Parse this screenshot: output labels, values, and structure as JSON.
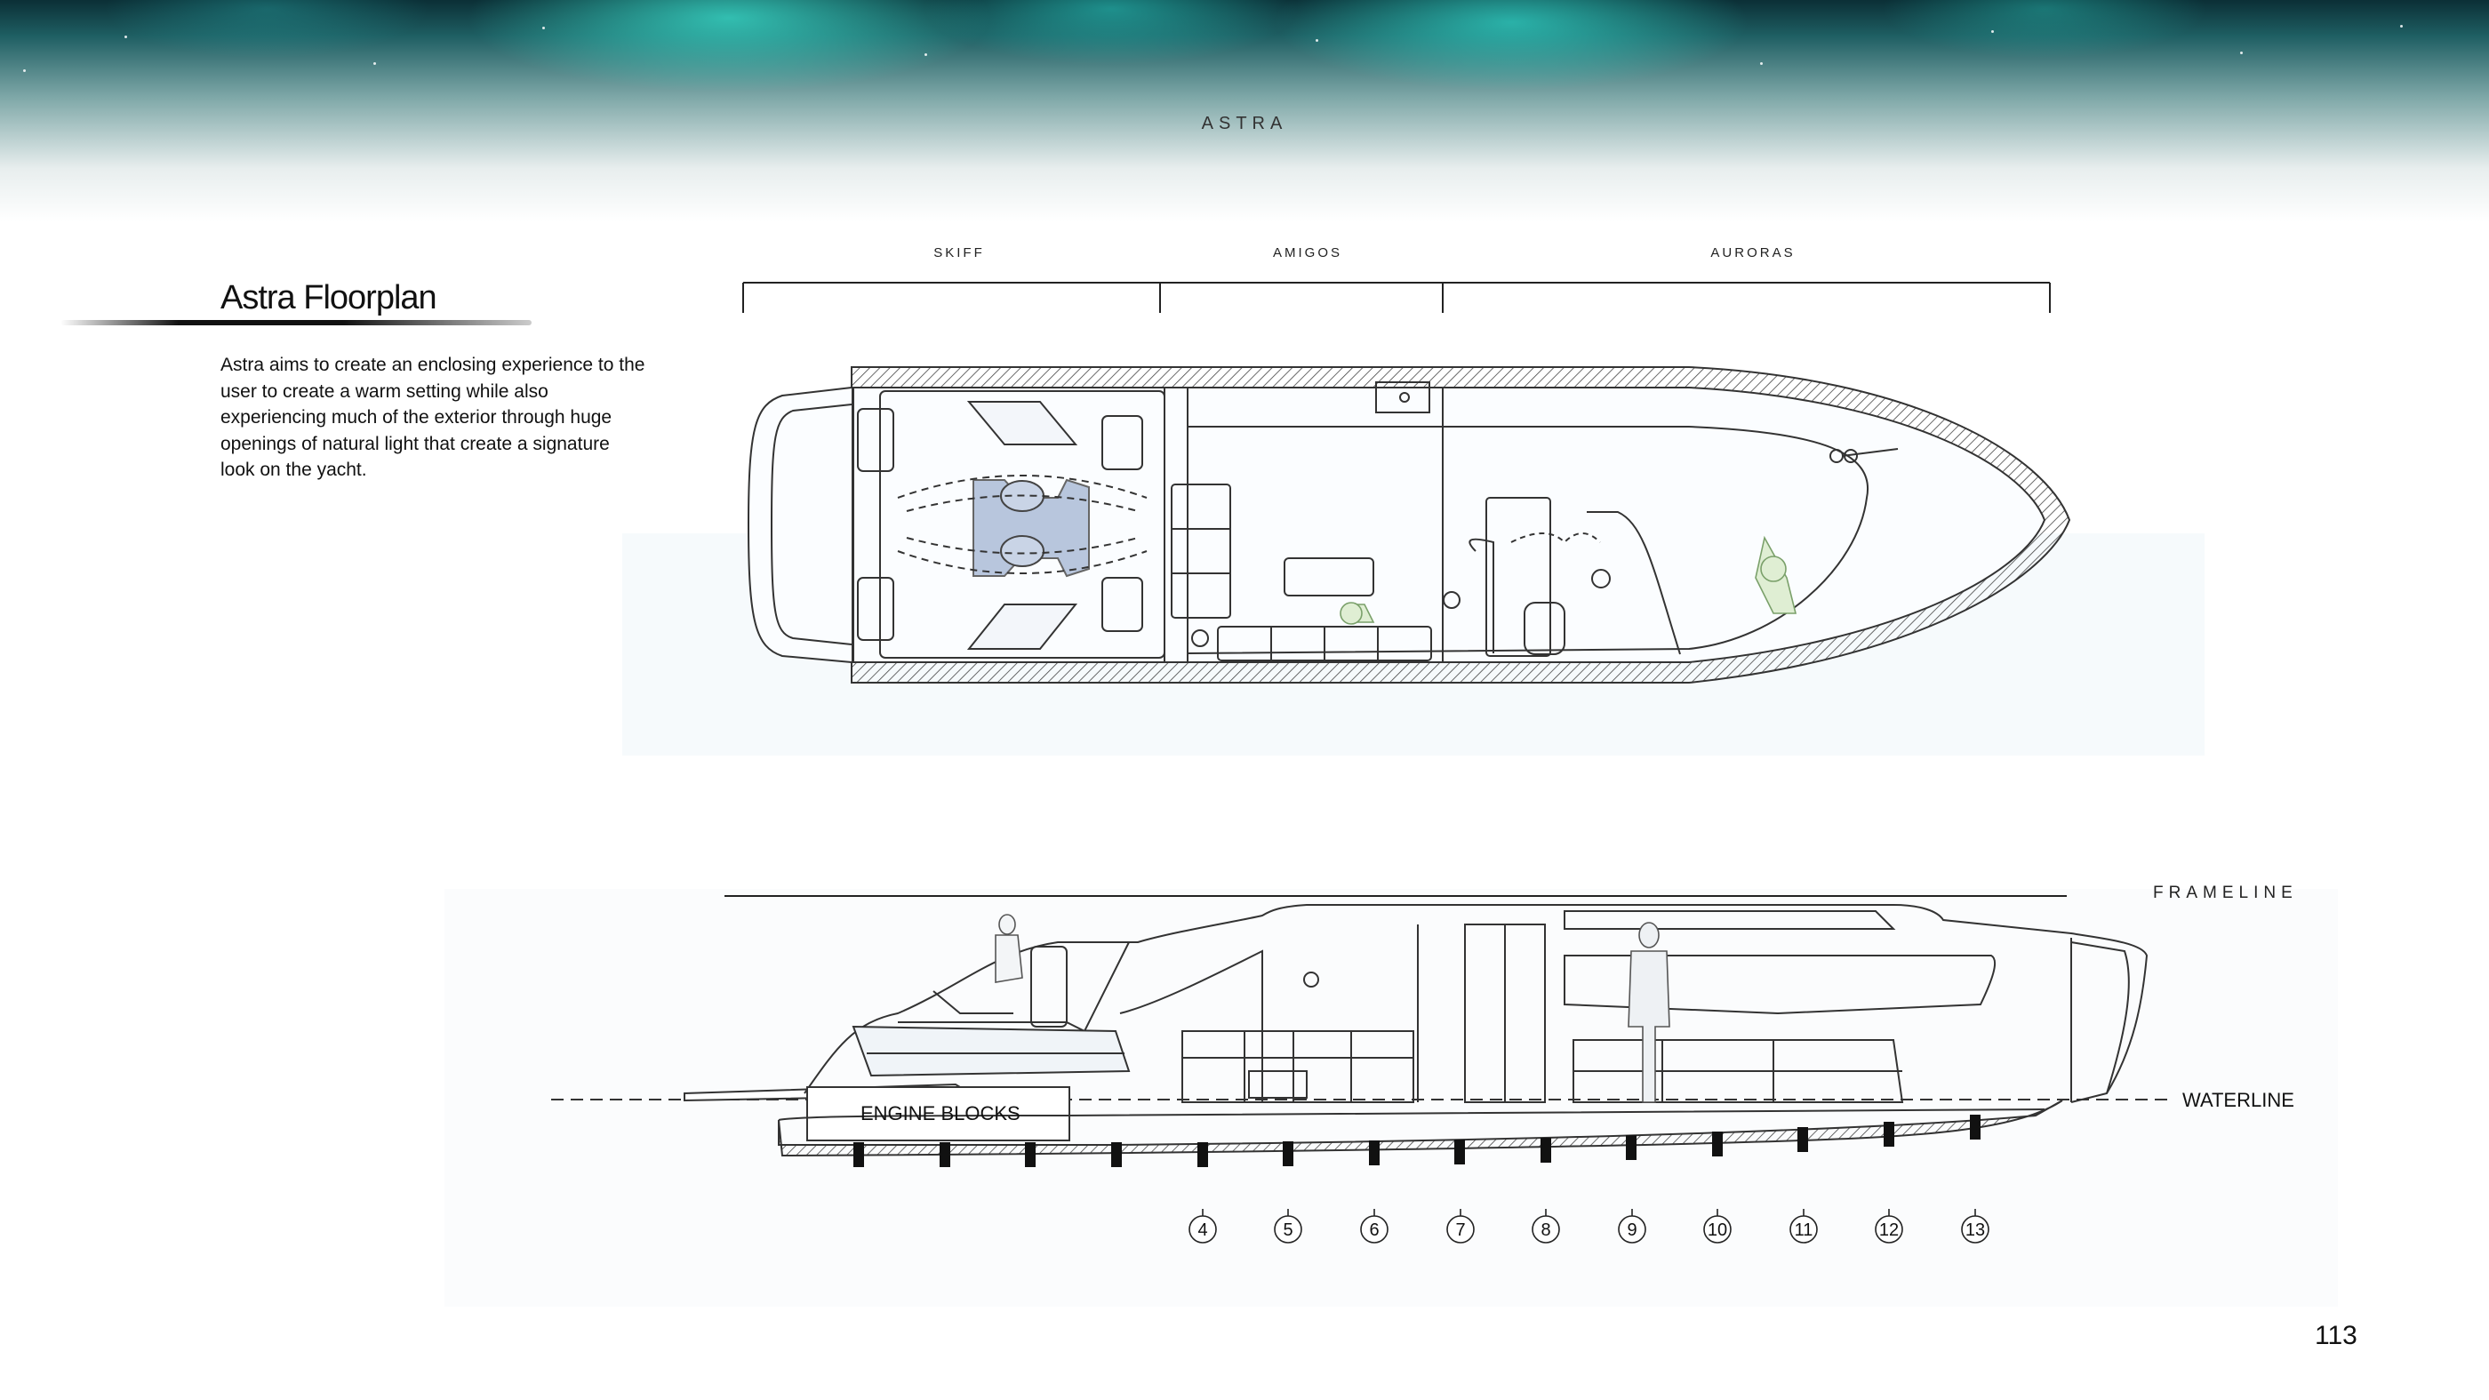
{
  "header": {
    "brand": "ASTRA"
  },
  "title": "Astra Floorplan",
  "description": "Astra aims to create an enclosing experience to the user to create a warm setting while also experiencing much of the exterior through huge openings of natural light that create a signature look on the yacht.",
  "sections": [
    "SKIFF",
    "AMIGOS",
    "AURORAS"
  ],
  "profile": {
    "frameline_label": "FRAMELINE",
    "waterline_label": "WATERLINE",
    "engine_label": "ENGINE BLOCKS",
    "frame_numbers": [
      "4",
      "5",
      "6",
      "7",
      "8",
      "9",
      "10",
      "11",
      "12",
      "13"
    ]
  },
  "page_number": "113",
  "colors": {
    "aurora": "#3ce6d2",
    "line": "#333333",
    "seat_accent": "#b8c6dd",
    "figure_accent": "#9fc08a"
  }
}
